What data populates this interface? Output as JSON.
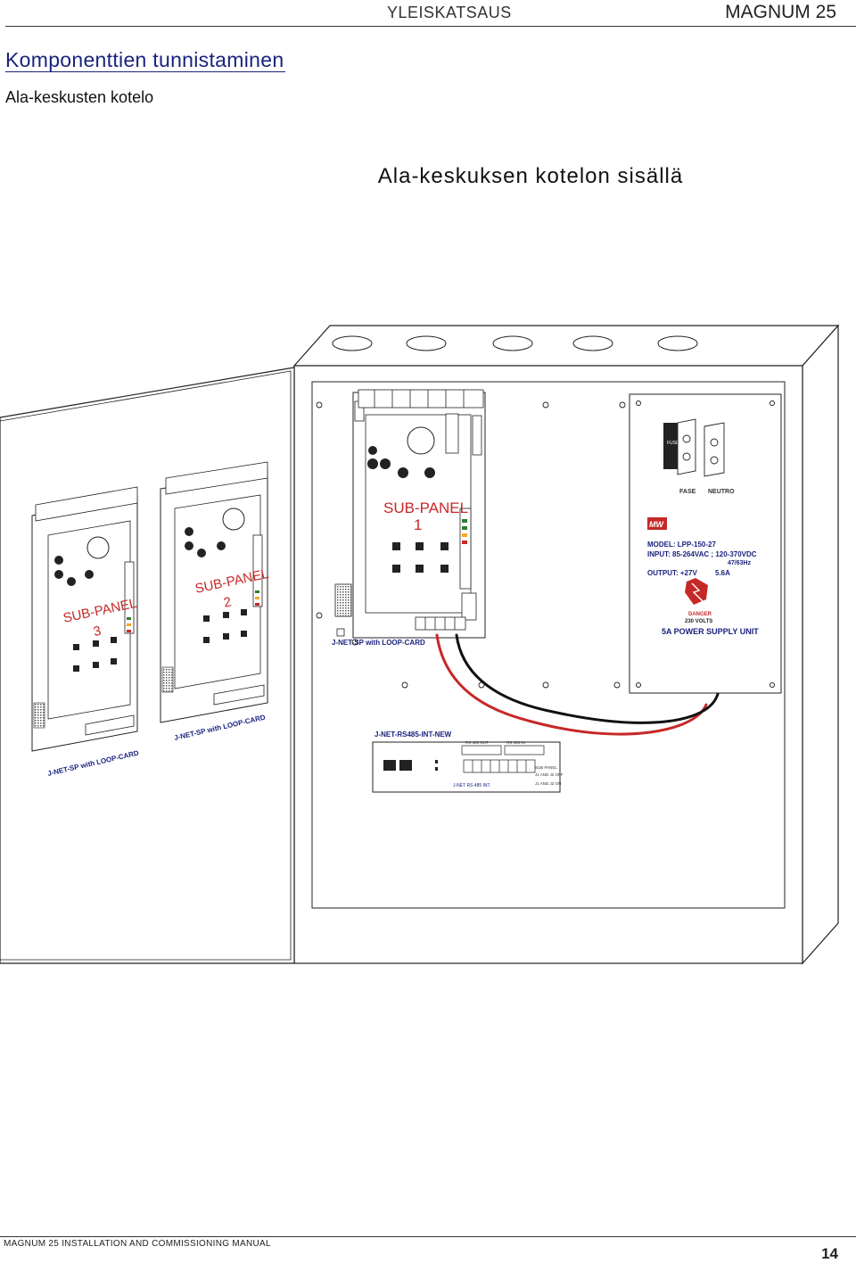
{
  "header": {
    "section": "YLEISKATSAUS",
    "product": "MAGNUM 25"
  },
  "title": "Komponenttien tunnistaminen",
  "subtitle": "Ala-keskusten kotelo",
  "heading": "Ala-keskuksen kotelon sisällä",
  "panels": {
    "p1": {
      "label": "SUB-PANEL",
      "num": "1",
      "card": "J-NET-SP with LOOP-CARD"
    },
    "p2": {
      "label": "SUB-PANEL",
      "num": "2",
      "card": "J-NET-SP with LOOP-CARD"
    },
    "p3": {
      "label": "SUB-PANEL",
      "num": "3",
      "card": "J-NET-SP with LOOP-CARD"
    }
  },
  "psu": {
    "model": "MODEL: LPP-150-27",
    "input": "INPUT: 85-264VAC ; 120-370VDC",
    "freq": "47/63Hz",
    "output_label": "OUTPUT: +27V",
    "output_current": "5.6A",
    "danger": "DANGER",
    "volts": "230 VOLTS",
    "unit": "5A POWER SUPPLY UNIT",
    "fase": "FASE",
    "neutro": "NEUTRO",
    "fuse": "FUSE 1A"
  },
  "rs485": {
    "title": "J-NET-RS485-INT-NEW",
    "board": "J-NET RS 485 INT.",
    "out": "RS 485 OUT",
    "in": "RS 485 IN",
    "jumper1": "J1 AND J2 OFF",
    "jumper2": "J1 AND J2 ON",
    "sub": "SUB PANEL"
  },
  "footer": {
    "manual": "MAGNUM 25  INSTALLATION AND COMMISSIONING MANUAL",
    "page": "14"
  }
}
